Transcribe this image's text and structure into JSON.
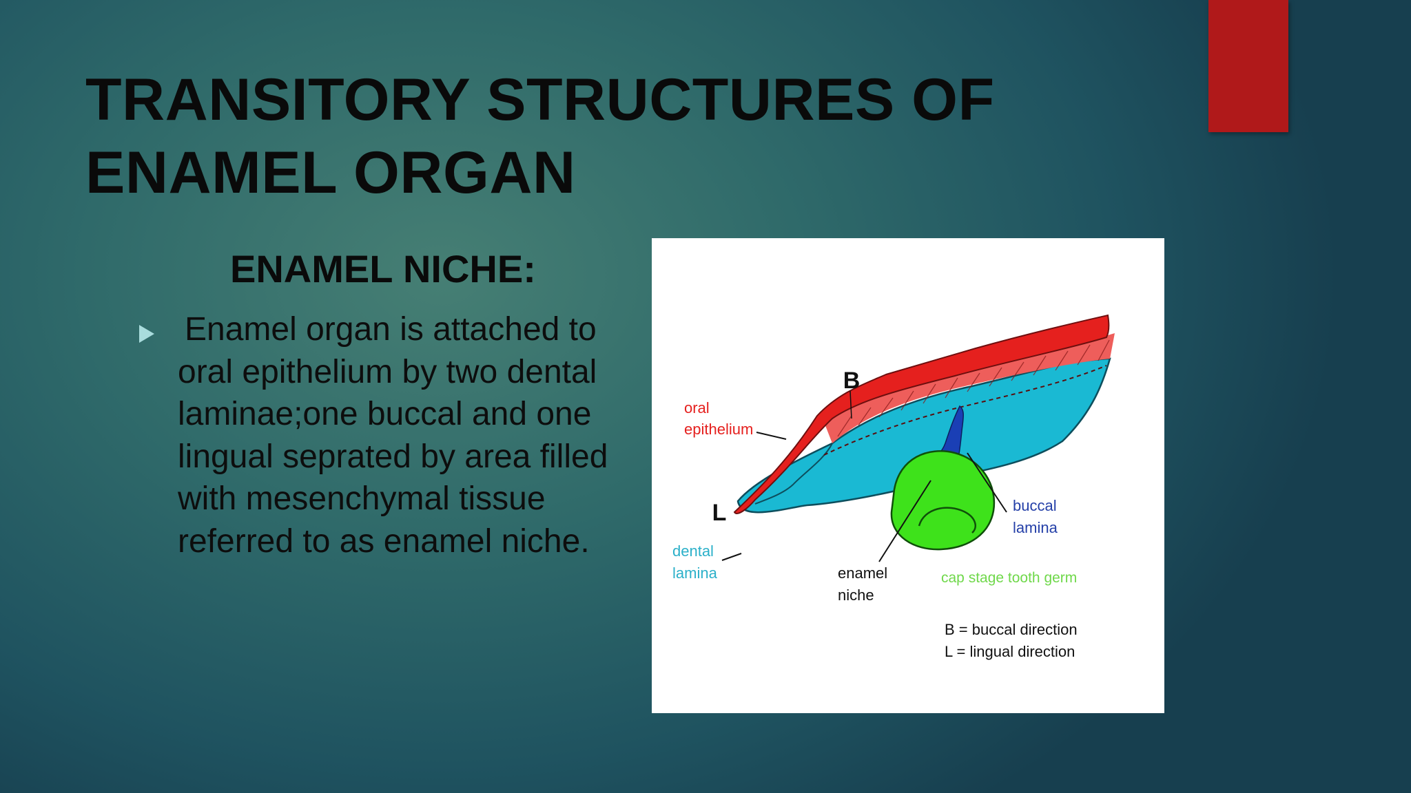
{
  "slide": {
    "title_line1": "TRANSITORY STRUCTURES OF",
    "title_line2": "ENAMEL ORGAN",
    "section_heading": "ENAMEL NICHE:",
    "bullet_text": "Enamel organ is attached to oral epithelium by two dental laminae;one buccal and one lingual seprated by area filled with mesenchymal tissue referred to as enamel niche.",
    "accent_color": "#b0191a",
    "bullet_icon": "triangle-right-icon"
  },
  "figure": {
    "labels": {
      "b": "B",
      "l": "L",
      "oral_epithelium_1": "oral",
      "oral_epithelium_2": "epithelium",
      "dental_lamina_1": "dental",
      "dental_lamina_2": "lamina",
      "buccal_lamina_1": "buccal",
      "buccal_lamina_2": "lamina",
      "enamel_niche_1": "enamel",
      "enamel_niche_2": "niche",
      "cap_stage": "cap stage tooth germ",
      "legend_b": "B = buccal direction",
      "legend_l": "L  = lingual direction"
    },
    "colors": {
      "oral_epithelium": "#e5201e",
      "epithelium_hatch": "#ee5e5b",
      "mesenchyme": "#1ab9d3",
      "buccal_lamina": "#1a3fb5",
      "tooth_germ": "#3ee21b",
      "label_red": "#e5201e",
      "label_cyan": "#2bb0c9",
      "label_blue": "#2540a8",
      "label_green": "#6fd84a",
      "label_black": "#111111"
    }
  }
}
